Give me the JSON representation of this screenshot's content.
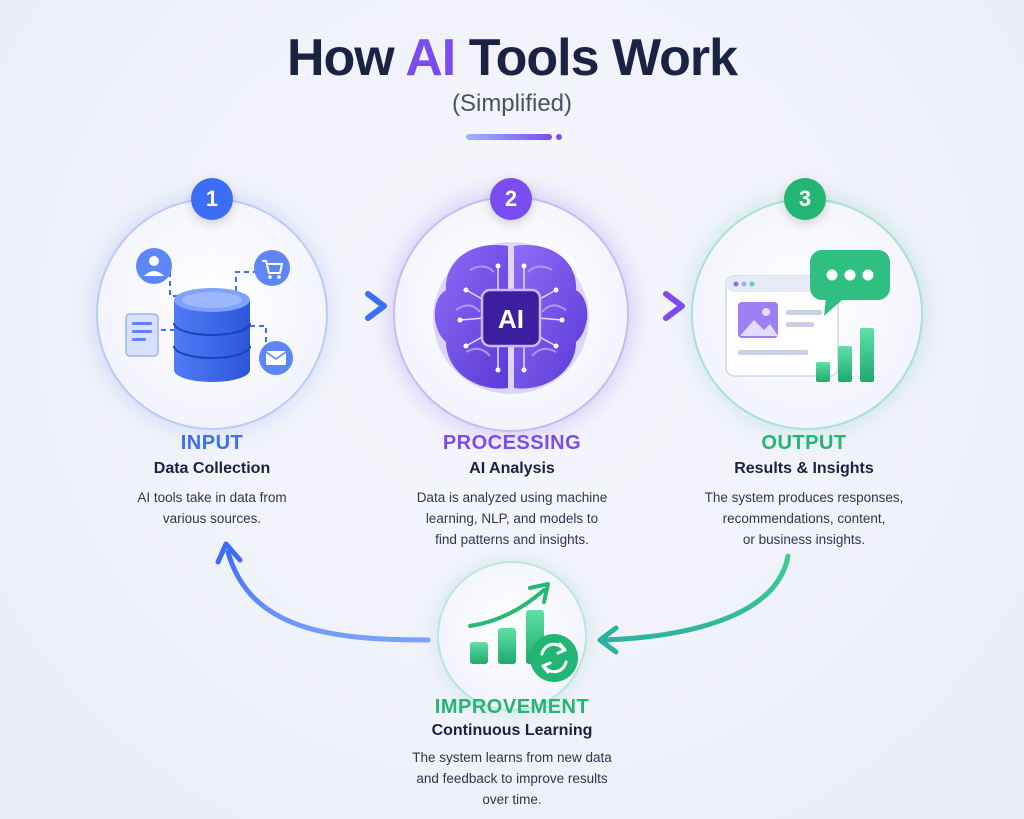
{
  "title": {
    "prefix": "How ",
    "accent": "AI",
    "suffix": " Tools Work"
  },
  "subtitle": "(Simplified)",
  "steps": [
    {
      "number": "1",
      "heading": "INPUT",
      "subheading": "Data Collection",
      "description": [
        "AI tools take in data from",
        "various sources."
      ],
      "color": "#3b6ef5"
    },
    {
      "number": "2",
      "heading": "PROCESSING",
      "subheading": "AI Analysis",
      "chip_label": "AI",
      "description": [
        "Data is analyzed using machine",
        "learning, NLP, and models to",
        "find patterns and insights."
      ],
      "color": "#7b4cf0"
    },
    {
      "number": "3",
      "heading": "OUTPUT",
      "subheading": "Results & Insights",
      "description": [
        "The system produces responses,",
        "recommendations, content,",
        "or business insights."
      ],
      "color": "#22b573"
    }
  ],
  "improvement": {
    "heading": "IMPROVEMENT",
    "subheading": "Continuous Learning",
    "description": [
      "The system learns from new data",
      "and feedback to improve results",
      "over time."
    ],
    "color": "#22b573"
  },
  "icons": {
    "input": [
      "database-icon",
      "user-icon",
      "cart-icon",
      "document-icon",
      "mail-icon"
    ],
    "processing": [
      "brain-icon",
      "ai-chip-icon"
    ],
    "output": [
      "browser-window-icon",
      "image-icon",
      "chat-bubble-icon",
      "bar-chart-icon"
    ],
    "improvement": [
      "growth-chart-icon",
      "refresh-icon"
    ]
  }
}
